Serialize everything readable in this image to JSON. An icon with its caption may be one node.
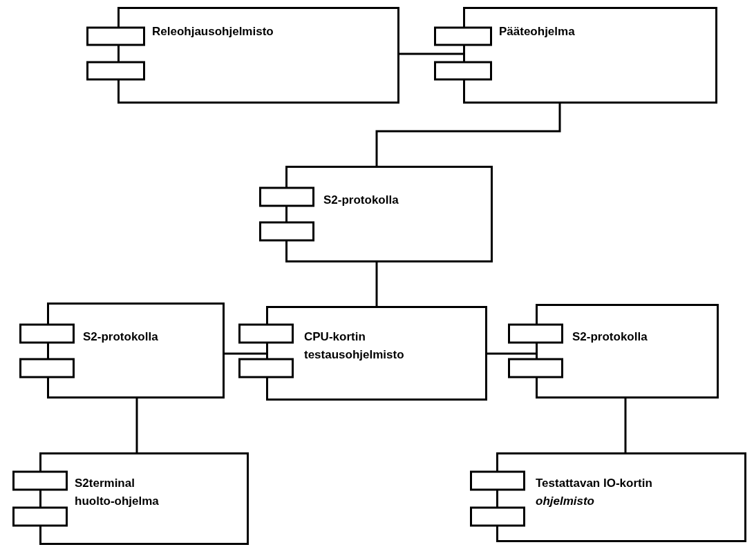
{
  "diagram": {
    "nodes": [
      {
        "text": [
          "Releohjausohjelmisto"
        ]
      },
      {
        "text": [
          "Pääteohjelma"
        ]
      },
      {
        "text": [
          "S2-protokolla"
        ]
      },
      {
        "text": [
          "S2-protokolla"
        ]
      },
      {
        "text": [
          "CPU-kortin testausohjelmisto"
        ]
      },
      {
        "text": [
          "S2-protokolla"
        ]
      },
      {
        "text": [
          "S2terminal huolto-ohjelma"
        ]
      },
      {
        "text": [
          "Testattavan IO-kortin *ohjelmisto*"
        ]
      }
    ],
    "edges": [
      {
        "from": 0,
        "to": 1,
        "arrow": "none"
      },
      {
        "from": 1,
        "to": 2,
        "arrow": "none"
      },
      {
        "from": 2,
        "to": 4,
        "arrow": "none"
      },
      {
        "from": 3,
        "to": 4,
        "arrow": "none"
      },
      {
        "from": 4,
        "to": 5,
        "arrow": "none"
      },
      {
        "from": 3,
        "to": 6,
        "arrow": "none"
      },
      {
        "from": 5,
        "to": 7,
        "arrow": "none"
      }
    ]
  }
}
